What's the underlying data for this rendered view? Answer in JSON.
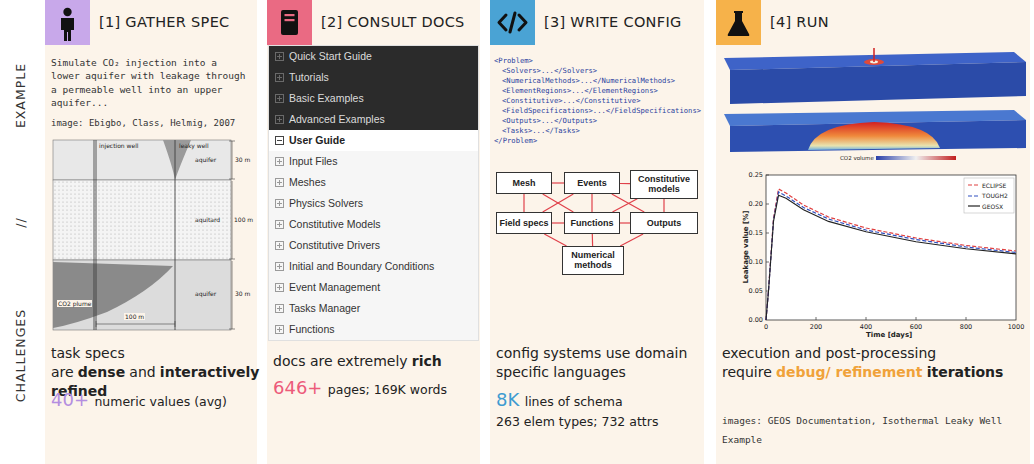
{
  "diagram": {
    "nodes": [
      {
        "text": [
          "[1] GATHER SPEC"
        ]
      },
      {
        "text": [
          "[2] CONSULT DOCS"
        ]
      },
      {
        "text": [
          "[3] WRITE CONFIG"
        ]
      },
      {
        "text": [
          "[4] RUN"
        ]
      },
      {
        "text": [
          "Quick Start Guide",
          "Tutorials",
          "Basic Examples",
          "Advanced Examples",
          "User Guide",
          "Input Files",
          "Meshes",
          "Physics Solvers",
          "Constitutive Models",
          "Constitutive Drivers",
          "Initial and Boundary Conditions",
          "Event Management",
          "Tasks Manager",
          "Functions"
        ],
        "in": 1
      },
      {
        "text": [
          "Mesh"
        ],
        "in": 2
      },
      {
        "text": [
          "Events"
        ],
        "in": 2
      },
      {
        "text": [
          "Constitutive models"
        ],
        "in": 2
      },
      {
        "text": [
          "Field specs"
        ],
        "in": 2
      },
      {
        "text": [
          "Functions"
        ],
        "in": 2
      },
      {
        "text": [
          "Outputs"
        ],
        "in": 2
      },
      {
        "text": [
          "Numerical methods"
        ],
        "in": 2
      }
    ],
    "edges": [
      {
        "from": 5,
        "to": 6,
        "arrow": "none"
      },
      {
        "from": 6,
        "to": 7,
        "arrow": "none"
      },
      {
        "from": 8,
        "to": 9,
        "arrow": "none"
      },
      {
        "from": 9,
        "to": 10,
        "arrow": "none"
      },
      {
        "from": 5,
        "to": 8,
        "arrow": "none"
      },
      {
        "from": 6,
        "to": 9,
        "arrow": "none"
      },
      {
        "from": 7,
        "to": 10,
        "arrow": "none"
      },
      {
        "from": 5,
        "to": 9,
        "arrow": "none"
      },
      {
        "from": 6,
        "to": 8,
        "arrow": "none"
      },
      {
        "from": 6,
        "to": 10,
        "arrow": "none"
      },
      {
        "from": 7,
        "to": 9,
        "arrow": "none"
      },
      {
        "from": 8,
        "to": 11,
        "arrow": "none"
      },
      {
        "from": 9,
        "to": 11,
        "arrow": "none"
      },
      {
        "from": 10,
        "to": 11,
        "arrow": "none"
      }
    ],
    "labels": [
      "EXAMPLE",
      "//",
      "CHALLENGES",
      "Simulate CO₂ injection into a lower aquifer with leakage through a permeable well into an upper aquifer...",
      "image: Ebigbo, Class, Helmig, 2007",
      "injection well",
      "leaky well",
      "aquifer",
      "aquitard",
      "aquifer",
      "CO2 plume",
      "100 m",
      "30 m",
      "100 m",
      "30 m",
      "task specs are",
      "dense",
      "and",
      "interactively refined",
      "40+",
      "numeric values (avg)",
      "docs are extremely",
      "rich",
      "646+",
      "pages; 169K words",
      "<Problem>",
      "<Solvers>...</Solvers>",
      "<NumericalMethods>...</NumericalMethods>",
      "<ElementRegions>...</ElementRegions>",
      "<Constitutive>...</Constitutive>",
      "<FieldSpecifications>...</FieldSpecifications>",
      "<Outputs>...</Outputs>",
      "<Tasks>...</Tasks>",
      "</Problem>",
      "config systems use domain specific languages",
      "8K",
      "lines of schema",
      "263 elem types; 732 attrs",
      "CO2 volume",
      "execution and post-processing require",
      "debug/ refinement",
      "iterations",
      "images: GEOS Documentation, Isothermal Leaky Well Example",
      "0.25",
      "0.20",
      "0.15",
      "0.10",
      "0.05",
      "0.00",
      "0",
      "200",
      "400",
      "600",
      "800",
      "1000",
      "Leakage value [%]",
      "Time [days]"
    ],
    "legend": [
      {
        "text": "ECLIPSE"
      },
      {
        "text": "TOUGH2"
      },
      {
        "text": "GEOSX"
      }
    ]
  }
}
